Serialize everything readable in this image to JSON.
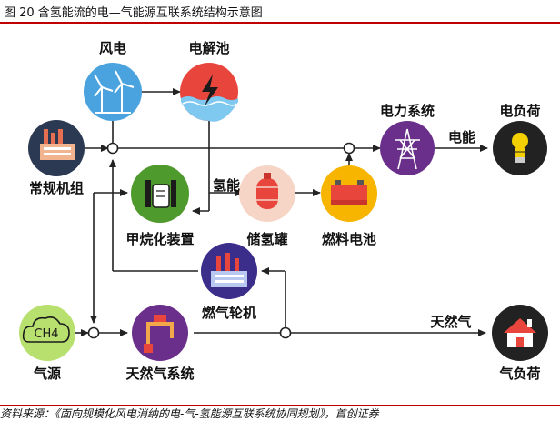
{
  "figure": {
    "title": "图 20 含氢能流的电—气能源互联系统结构示意图",
    "source": "资料来源：《面向规模化风电消纳的电-气-氢能源互联系统协同规划》，首创证券"
  },
  "nodes": {
    "wind": "风电",
    "electrolyzer": "电解池",
    "power_system": "电力系统",
    "electric_load": "电负荷",
    "conventional_unit": "常规机组",
    "methanation": "甲烷化装置",
    "hydrogen_tank": "储氢罐",
    "fuel_cell": "燃料电池",
    "gas_turbine": "燃气轮机",
    "gas_source": "气源",
    "gas_system": "天然气系统",
    "gas_load": "气负荷",
    "ch4_text": "CH4"
  },
  "edge_labels": {
    "hydrogen": "氢能",
    "electricity": "电能",
    "natural_gas": "天然气"
  },
  "colors": {
    "wind": "#4aa3df",
    "electrolyzer": "#e8453c",
    "power_system": "#6a2f8a",
    "electric_load": "#222222",
    "conventional_unit": "#2b3a52",
    "methanation": "#4e9a2c",
    "hydrogen_tank": "#f6d5c6",
    "fuel_cell": "#f7b500",
    "gas_turbine": "#3b2d8a",
    "gas_source": "#b8e06e",
    "gas_system": "#6a2f8a",
    "gas_load": "#222222",
    "rule": "#c00000"
  }
}
